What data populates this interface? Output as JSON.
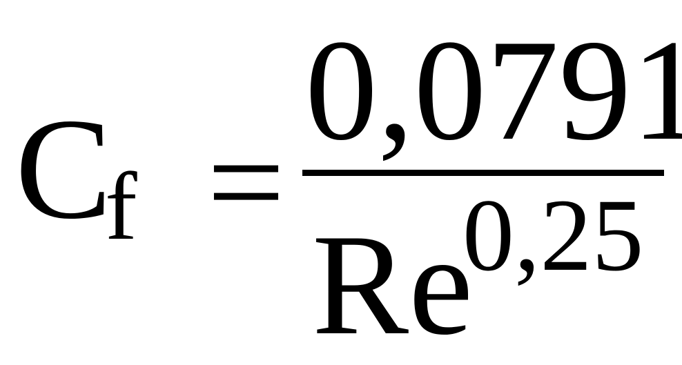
{
  "formula": {
    "lhs_symbol": "C",
    "lhs_subscript": "f",
    "operator": "=",
    "numerator": "0,0791",
    "denominator_base": "Re",
    "denominator_exponent": "0,25"
  }
}
